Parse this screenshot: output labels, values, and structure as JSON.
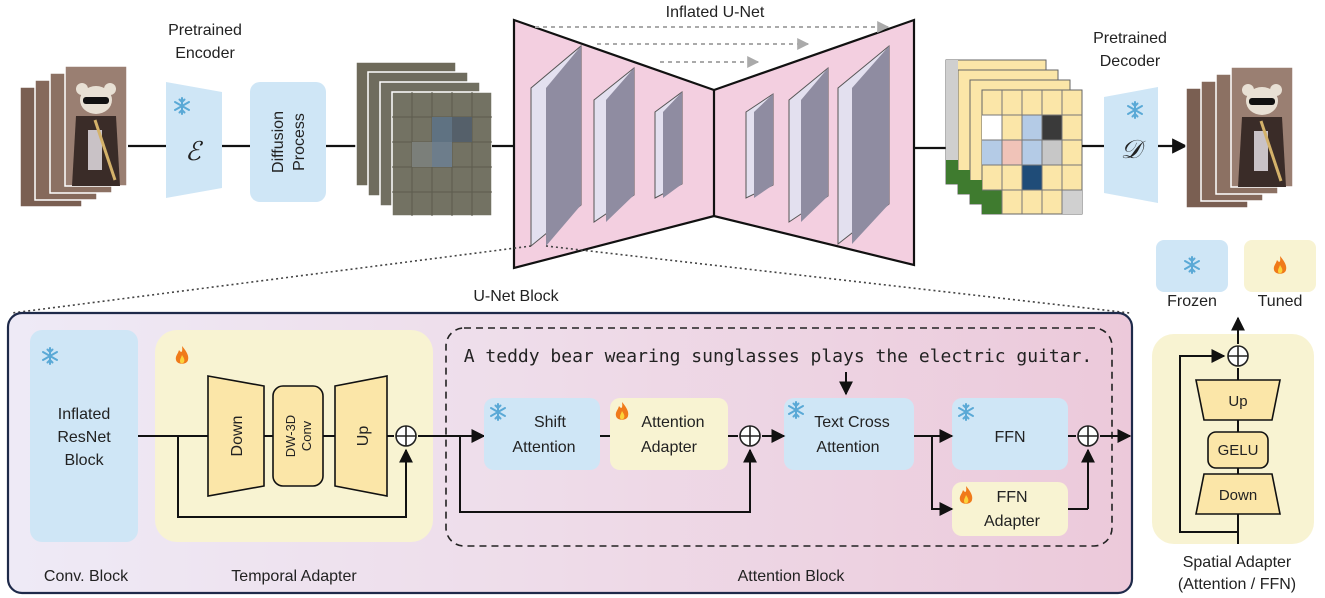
{
  "top": {
    "encoder_label_1": "Pretrained",
    "encoder_label_2": "Encoder",
    "encoder_symbol": "ℰ",
    "diffusion_label_1": "Diffusion",
    "diffusion_label_2": "Process",
    "unet_title": "Inflated U-Net",
    "decoder_label_1": "Pretrained",
    "decoder_label_2": "Decoder",
    "decoder_symbol": "𝒟"
  },
  "legend": {
    "frozen": "Frozen",
    "tuned": "Tuned"
  },
  "unet_block": {
    "title": "U-Net Block",
    "conv": {
      "label_1": "Inflated",
      "label_2": "ResNet",
      "label_3": "Block",
      "caption": "Conv. Block"
    },
    "temporal": {
      "caption": "Temporal Adapter",
      "down": "Down",
      "dwconv_1": "DW-3D",
      "dwconv_2": "Conv",
      "up": "Up"
    },
    "attention": {
      "caption": "Attention Block",
      "prompt": "A teddy bear wearing sunglasses plays the electric guitar.",
      "shift_1": "Shift",
      "shift_2": "Attention",
      "adapter_1": "Attention",
      "adapter_2": "Adapter",
      "cross_1": "Text Cross",
      "cross_2": "Attention",
      "ffn": "FFN",
      "ffn_adapter_1": "FFN",
      "ffn_adapter_2": "Adapter"
    }
  },
  "spatial_adapter": {
    "up": "Up",
    "gelu": "GELU",
    "down": "Down",
    "caption_1": "Spatial Adapter",
    "caption_2": "(Attention / FFN)"
  },
  "colors": {
    "frozen": "#cfe6f6",
    "tuned": "#f8f3d2",
    "unet": "#f3cfe0",
    "snowflake": "#5aa9d6",
    "flame": "#f07a1a"
  }
}
